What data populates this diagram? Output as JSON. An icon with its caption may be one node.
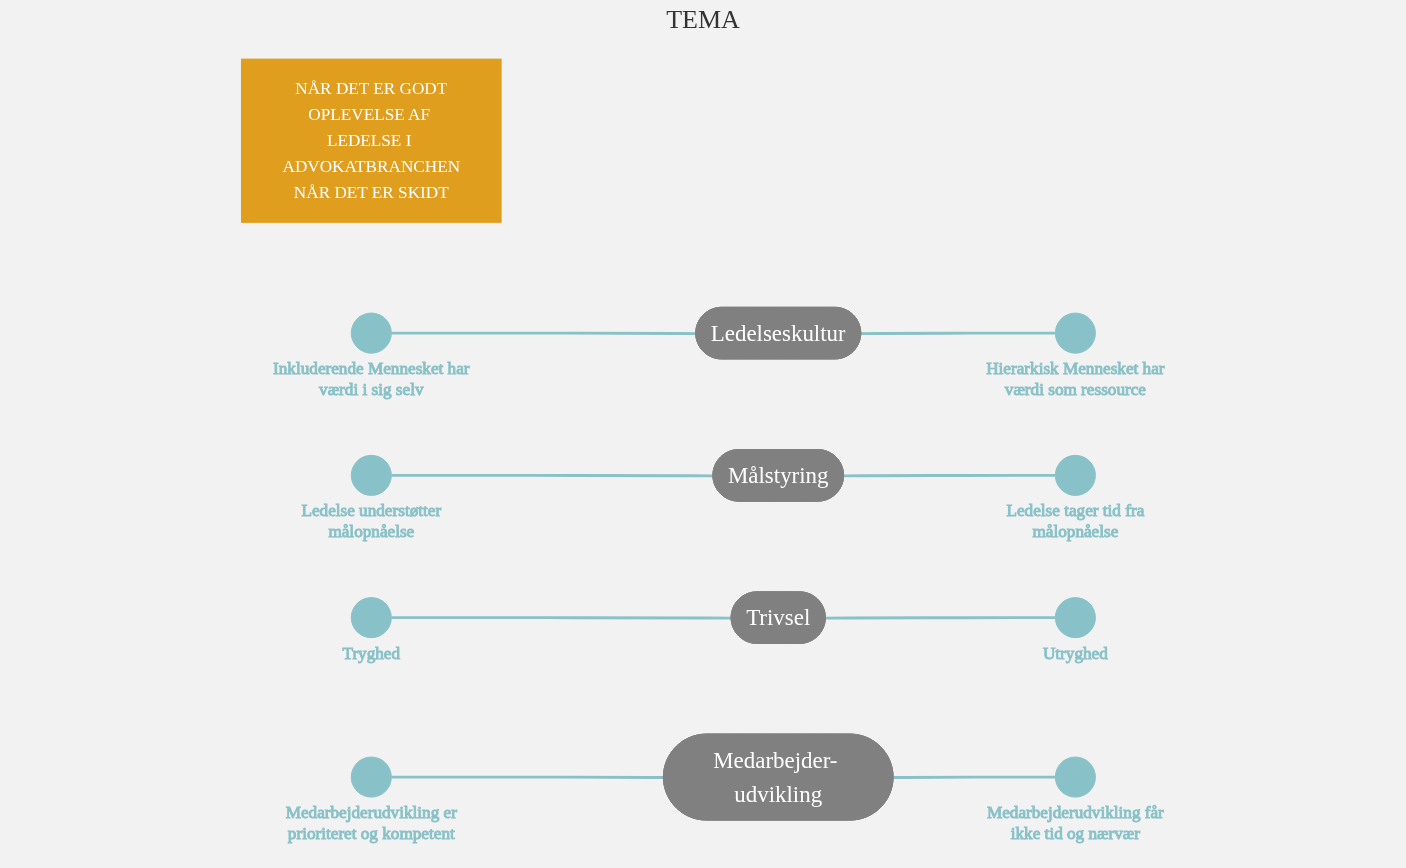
{
  "diagram": {
    "nodes": [
      {
        "text": [
          "NÅR DET ER GODT",
          "OPLEVELSE AF LEDELSE I ADVOKATBRANCHEN",
          "NÅR DET ER SKIDT"
        ]
      },
      {
        "text": [],
        "shape": "circle",
        "beside": [
          "Inkluderende Mennesket har værdi i sig selv"
        ]
      },
      {
        "text": [
          "Ledelseskultur"
        ]
      },
      {
        "text": [],
        "shape": "circle",
        "beside": [
          "Hierarkisk Mennesket har værdi som ressource"
        ]
      },
      {
        "text": [],
        "shape": "circle",
        "beside": [
          "Ledelse understøtter målopnåelse"
        ]
      },
      {
        "text": [
          "Målstyring"
        ]
      },
      {
        "text": [],
        "shape": "circle",
        "beside": [
          "Ledelse tager tid fra målopnåelse"
        ]
      },
      {
        "text": [],
        "shape": "circle",
        "beside": [
          "Tryghed"
        ]
      },
      {
        "text": [
          "Trivsel"
        ]
      },
      {
        "text": [],
        "shape": "circle",
        "beside": [
          "Utryghed"
        ]
      },
      {
        "text": [],
        "shape": "circle",
        "beside": [
          "Medarbejderudvikling er prioriteret og kompetent"
        ]
      },
      {
        "text": [
          "Medarbejder- udvikling"
        ]
      },
      {
        "text": [],
        "shape": "circle",
        "beside": [
          "Medarbejderudvikling får ikke tid og nærvær"
        ]
      }
    ],
    "edges": [
      {
        "from": 1,
        "to": 2,
        "arrow": "none"
      },
      {
        "from": 2,
        "to": 3,
        "arrow": "none"
      },
      {
        "from": 4,
        "to": 5,
        "arrow": "none"
      },
      {
        "from": 5,
        "to": 6,
        "arrow": "none"
      },
      {
        "from": 7,
        "to": 8,
        "arrow": "none"
      },
      {
        "from": 8,
        "to": 9,
        "arrow": "none"
      },
      {
        "from": 10,
        "to": 11,
        "arrow": "none"
      },
      {
        "from": 11,
        "to": 12,
        "arrow": "none"
      }
    ],
    "labels": [
      "TEMA"
    ]
  }
}
